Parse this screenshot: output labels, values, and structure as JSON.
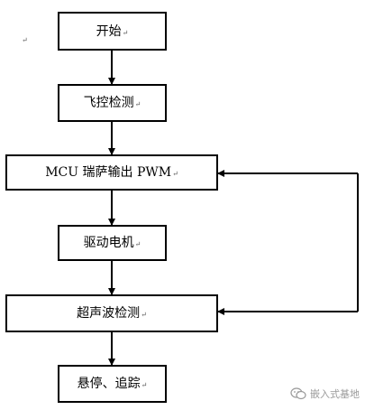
{
  "diagram": {
    "nodes": [
      {
        "id": "start",
        "label": "开始"
      },
      {
        "id": "flight_check",
        "label": "飞控检测"
      },
      {
        "id": "mcu_pwm",
        "label": "MCU 瑞萨输出 PWM"
      },
      {
        "id": "motor",
        "label": "驱动电机"
      },
      {
        "id": "ultrasonic",
        "label": "超声波检测"
      },
      {
        "id": "hover",
        "label": "悬停、追踪"
      }
    ],
    "edges": [
      {
        "from": "start",
        "to": "flight_check"
      },
      {
        "from": "flight_check",
        "to": "mcu_pwm"
      },
      {
        "from": "mcu_pwm",
        "to": "motor"
      },
      {
        "from": "motor",
        "to": "ultrasonic"
      },
      {
        "from": "ultrasonic",
        "to": "hover"
      },
      {
        "from": "mcu_pwm",
        "to": "ultrasonic",
        "kind": "loop"
      }
    ],
    "paragraph_mark": "↵"
  },
  "watermark": {
    "text": "嵌入式基地",
    "icon": "wechat-icon"
  }
}
